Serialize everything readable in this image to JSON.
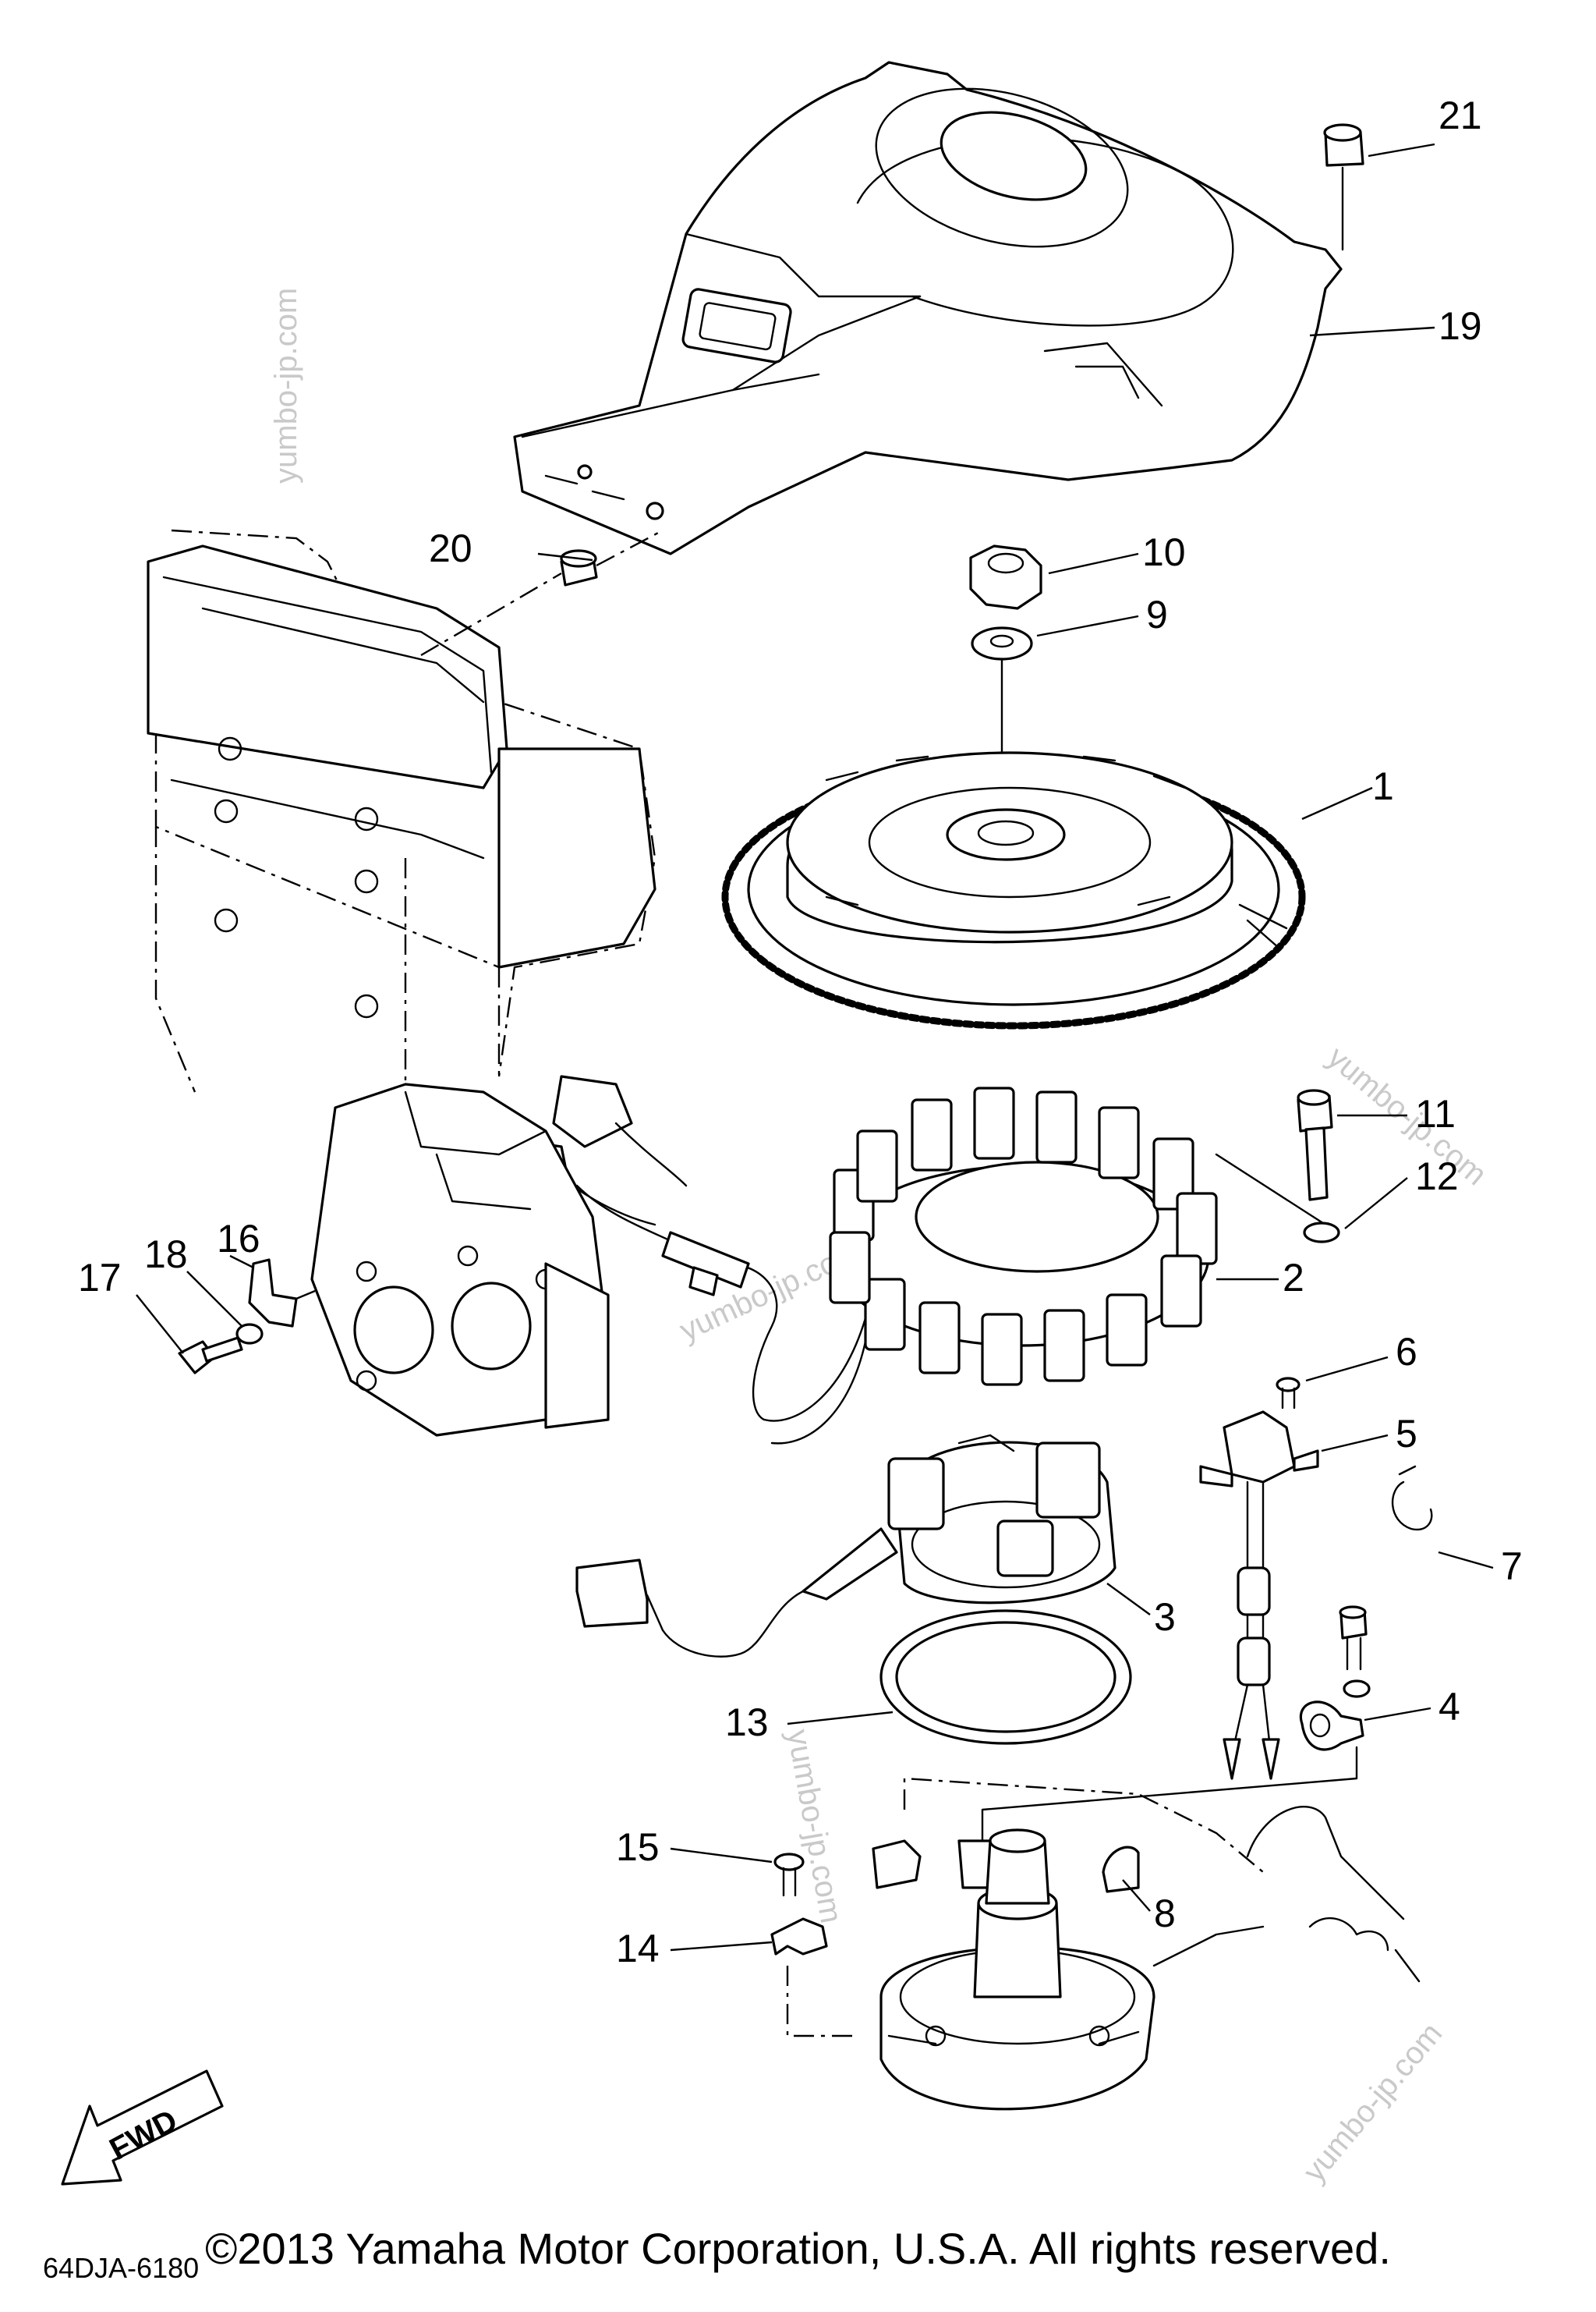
{
  "callouts": [
    "1",
    "2",
    "3",
    "4",
    "5",
    "6",
    "7",
    "8",
    "9",
    "10",
    "11",
    "12",
    "13",
    "14",
    "15",
    "16",
    "17",
    "18",
    "19",
    "20",
    "21"
  ],
  "fwd_label": "FWD",
  "diagram_code": "64DJA-6180",
  "watermark": "yumbo-jp.com",
  "copyright": "©2013 Yamaha Motor Corporation, U.S.A. All rights reserved."
}
